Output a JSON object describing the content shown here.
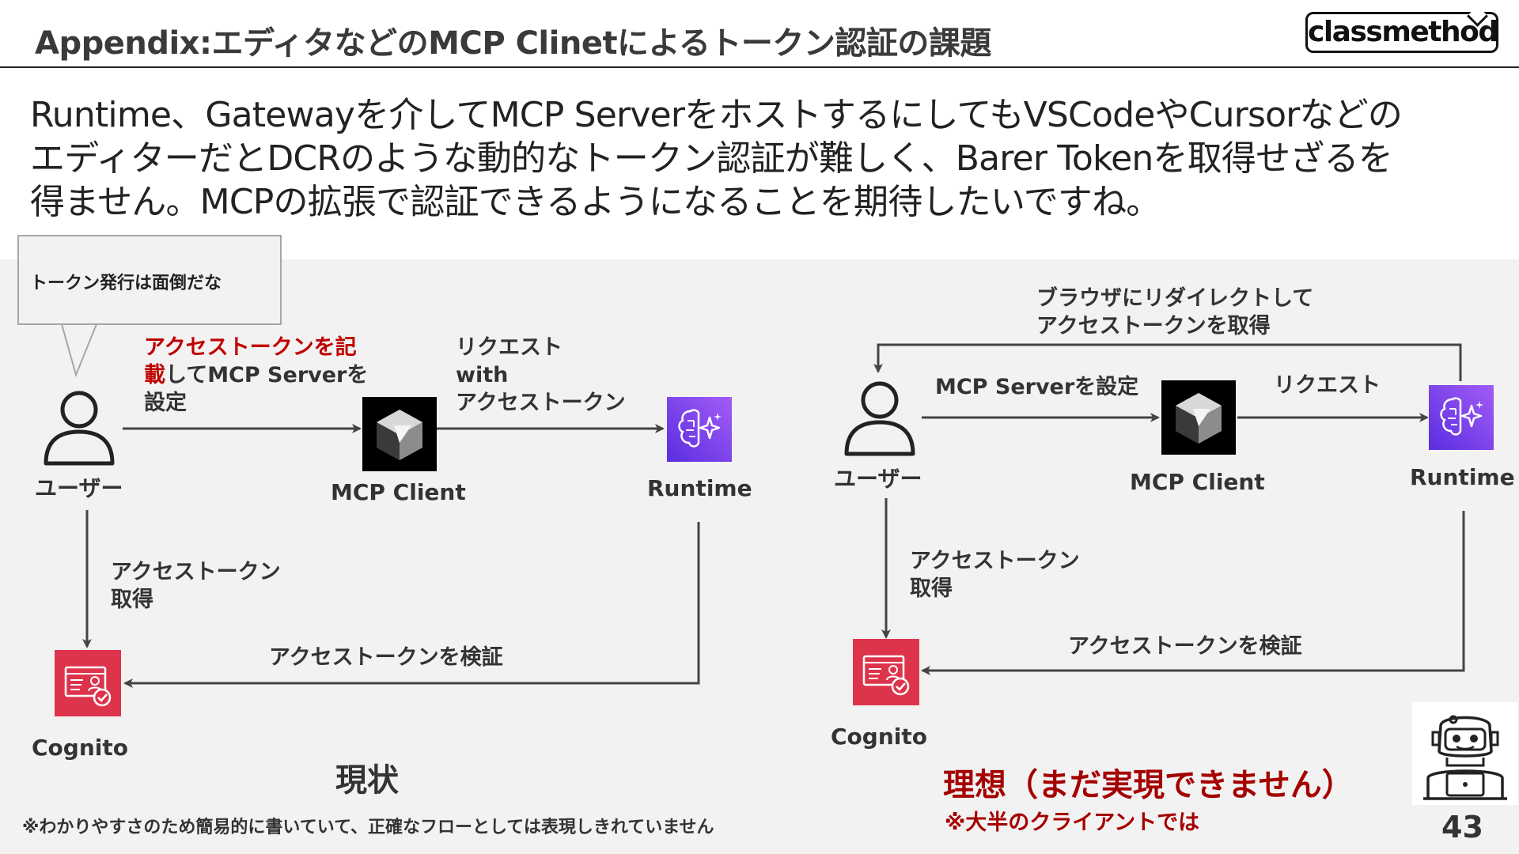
{
  "header": {
    "title": "Appendix:エディタなどのMCP Clinetによるトークン認証の課題",
    "logo_text": "classmethod"
  },
  "intro": {
    "lines": [
      "Runtime、Gatewayを介してMCP ServerをホストするにしてもVSCodeやCursorなどの",
      "エディターだとDCRのような動的なトークン認証が難しく、Barer Tokenを取得せざるを",
      "得ません。MCPの拡張で認証できるようになることを期待したいですね。"
    ]
  },
  "left_diagram": {
    "speech_bubble": "トークン発行は面倒だな",
    "user_label": "ユーザー",
    "mcp_client_label": "MCP Client",
    "runtime_label": "Runtime",
    "cognito_label": "Cognito",
    "edge_user_client_lines": [
      "アクセストークンを記",
      "載してMCP Serverを",
      "設定"
    ],
    "edge_user_client_red_part": "アクセストークンを記",
    "edge_user_client_red_part2": "載",
    "edge_user_client_rest2": "してMCP Serverを",
    "edge_client_runtime_lines": [
      "リクエスト",
      "with",
      "アクセストークン"
    ],
    "edge_user_cognito_lines": [
      "アクセストークン",
      "取得"
    ],
    "edge_runtime_cognito": "アクセストークンを検証",
    "caption": "現状"
  },
  "right_diagram": {
    "user_label": "ユーザー",
    "mcp_client_label": "MCP Client",
    "runtime_label": "Runtime",
    "cognito_label": "Cognito",
    "edge_runtime_user_lines": [
      "ブラウザにリダイレクトして",
      "アクセストークンを取得"
    ],
    "edge_user_client": "MCP Serverを設定",
    "edge_client_runtime": "リクエスト",
    "edge_user_cognito_lines": [
      "アクセストークン",
      "取得"
    ],
    "edge_runtime_cognito": "アクセストークンを検証",
    "caption": "理想（まだ実現できません）",
    "caption_note": "※大半のクライアントでは"
  },
  "footnote": "※わかりやすさのため簡易的に書いていて、正確なフローとしては表現しきれていません",
  "page_number": "43",
  "colors": {
    "accent_red": "#c00000",
    "cognito_red": "#dd344c",
    "runtime_purple": "#7b3ff2",
    "arrow": "#444444"
  },
  "icons": {
    "user": "user-icon",
    "mcp_client": "cube-icon",
    "runtime": "brain-sparkle-icon",
    "cognito": "id-card-icon",
    "robot": "robot-icon"
  }
}
